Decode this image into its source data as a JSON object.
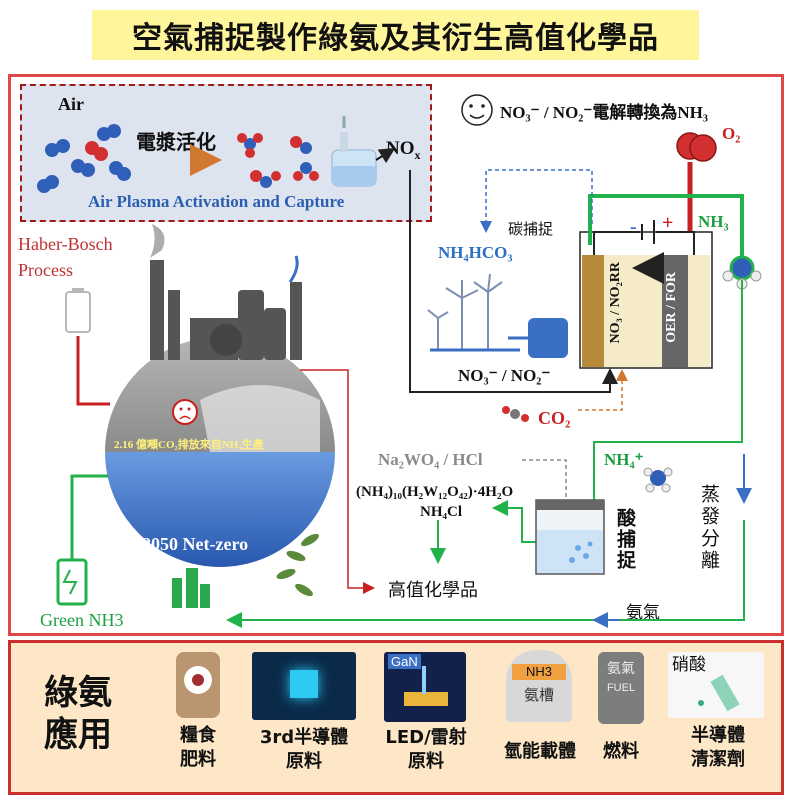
{
  "title": "空氣捕捉製作綠氨及其衍生高值化學品",
  "plasma": {
    "air": "Air",
    "activation_cn": "電漿活化",
    "nox": "NO",
    "nox_sub": "x",
    "caption": "Air Plasma Activation and Capture"
  },
  "electro": {
    "heading": "NO₃⁻ / NO₂⁻電解轉換為NH₃",
    "o2": "O₂",
    "carbon_capture": "碳捕捉",
    "nh4hco3": "NH₄HCO₃",
    "nh3": "NH₃",
    "cathode": "NO₃ / NO₂RR",
    "anode": "OER / FOR",
    "minus": "-",
    "plus": "+",
    "nox_in": "NO₃⁻ / NO₂⁻",
    "co2": "CO₂"
  },
  "left": {
    "haber_bosch": "Haber-Bosch",
    "process": "Process",
    "globe_note": "2.16 億噸CO₂排放來自NH₃生產",
    "net_zero": "2050 Net-zero",
    "green_nh3": "Green NH3"
  },
  "chem": {
    "reagent": "Na₂WO₄ / HCl",
    "nh4plus": "NH₄⁺",
    "product_formula": "(NH₄)₁₀(H₂W₁₂O₄₂)·4H₂O",
    "nh4cl": "NH₄Cl",
    "acid_capture": "酸捕捉",
    "evap": "蒸發分離",
    "high_value": "高值化學品",
    "ammonia_gas": "氨氣"
  },
  "applications": {
    "heading_1": "綠氨",
    "heading_2": "應用",
    "items": [
      {
        "line1": "糧食",
        "line2": "肥料",
        "icon": "fertilizer-bag-icon"
      },
      {
        "line1": "3rd半導體",
        "line2": "原料",
        "icon": "semiconductor-chip-icon"
      },
      {
        "line1": "LED/雷射",
        "line2": "原料",
        "icon": "led-gan-icon"
      },
      {
        "line1": "氫能載體",
        "line2": "",
        "icon": "nh3-tank-icon"
      },
      {
        "line1": "燃料",
        "line2": "",
        "icon": "fuel-barrel-icon"
      },
      {
        "line1": "半導體",
        "line2": "清潔劑",
        "icon": "nitric-acid-cleaner-icon"
      }
    ],
    "gan_badge": "GaN",
    "nh3_tag": "NH3",
    "tank_label": "氨槽",
    "barrel_top": "氨氣",
    "barrel_fuel": "FUEL",
    "acid_label": "硝酸"
  },
  "colors": {
    "title_bg": "#fff59a",
    "frame": "#e04848",
    "green_line": "#22b24c",
    "red_line": "#c82020",
    "blue_dash": "#3a6fc4",
    "orange_dash": "#d07830",
    "bottom_bg": "#fde7c6"
  }
}
